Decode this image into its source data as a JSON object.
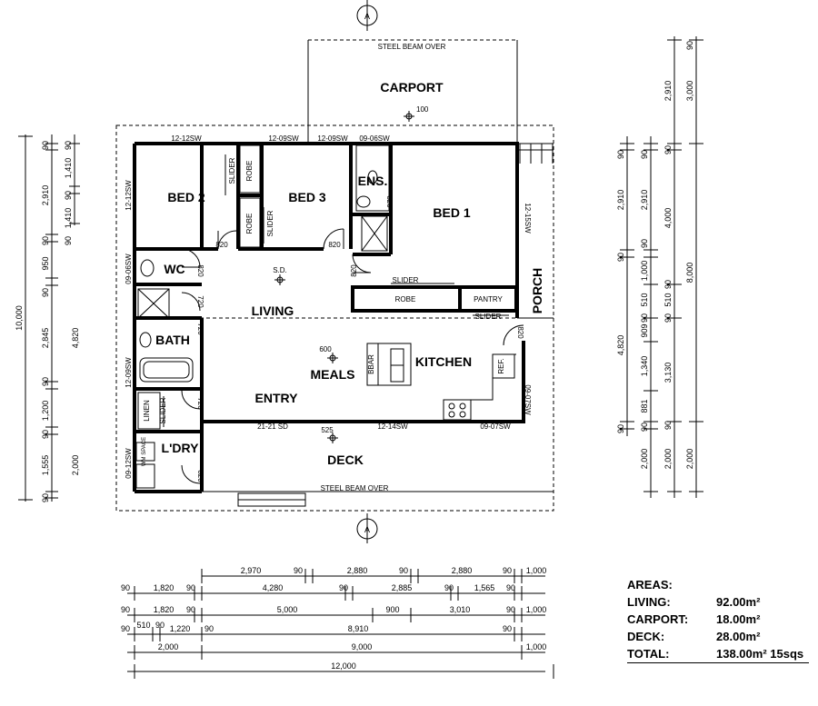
{
  "rooms": {
    "carport": "CARPORT",
    "bed2": "BED 2",
    "bed3": "BED 3",
    "ens": "ENS.",
    "bed1": "BED 1",
    "wc": "WC",
    "living": "LIVING",
    "porch": "PORCH",
    "bath": "BATH",
    "meals": "MEALS",
    "kitchen": "KITCHEN",
    "entry": "ENTRY",
    "ldry": "L'DRY",
    "deck": "DECK"
  },
  "labels": {
    "steel_beam_top": "STEEL BEAM OVER",
    "steel_beam_bottom": "STEEL BEAM OVER",
    "section_marker": "A",
    "level_carport": "100",
    "level_meals": "600",
    "level_deck": "525",
    "smoke_detector": "S.D.",
    "robe_bed2": "ROBE",
    "slider_bed2": "SLIDER",
    "robe_bed3": "ROBE",
    "slider_bed3": "SLIDER",
    "slider_bed1": "SLIDER",
    "robe_bed1": "ROBE",
    "pantry": "PANTRY",
    "slider_pantry": "SLIDER",
    "ref": "REF.",
    "bbar": "BBAR",
    "linen": "LINEN",
    "slider_linen": "SLIDER",
    "wm_space": "WM SPACE"
  },
  "windows": {
    "w_top_bed2": "12-12SW",
    "w_top_bed3": "12-09SW",
    "w_top_ens_a": "12-09SW",
    "w_top_ens_b": "09-06SW",
    "w_left_bed2": "12-12SW",
    "w_left_wc": "09-06SW",
    "w_left_bath": "12-09SW",
    "w_left_ldry": "09-12SW",
    "w_right_bed1": "12-15SW",
    "w_right_kitchen": "09-07SW",
    "w_bottom_sd": "21-21 SD",
    "w_bottom_kitchen": "12-14SW",
    "w_bottom_right": "09-07SW"
  },
  "doors": {
    "d_bed2": "820",
    "d_bed3": "820",
    "d_ens": "820",
    "d_bed1": "820",
    "d_wc": "820",
    "d_shower": "720",
    "d_bath": "720",
    "d_linen": "720",
    "d_ldry": "820",
    "d_porch": "820"
  },
  "dims_left_outer": {
    "a": "90",
    "b": "1,410",
    "c": "90",
    "d": "1,410",
    "e": "90"
  },
  "dims_left_inner": {
    "a": "90",
    "b": "2,910",
    "c": "90",
    "d": "950",
    "e": "90",
    "f": "2,845",
    "g": "90",
    "h": "1,200",
    "i": "90",
    "j": "1,555",
    "k": "90"
  },
  "dims_left_mid": {
    "a": "4,820",
    "b": "2,000"
  },
  "dims_left_total": "10,000",
  "dims_right_a": {
    "a": "90",
    "b": "2,910",
    "c": "90",
    "d": "4,820",
    "e": "90"
  },
  "dims_right_b": {
    "a": "90",
    "b": "2,910",
    "c": "90",
    "d": "1,000",
    "e": "510",
    "f": "90",
    "g": "909",
    "h": "1,340",
    "i": "881",
    "j": "90",
    "k": "2,000"
  },
  "dims_right_c": {
    "a": "2,910",
    "b": "90",
    "c": "4,000",
    "d": "90",
    "e": "510",
    "f": "90",
    "g": "3,130",
    "h": "90",
    "i": "2,000"
  },
  "dims_right_d": {
    "a": "90",
    "b": "3,000",
    "c": "8,000",
    "d": "2,000"
  },
  "dims_bottom_1": [
    "2,970",
    "90",
    "2,880",
    "90",
    "2,880",
    "90",
    "1,000"
  ],
  "dims_bottom_2": [
    "90",
    "1,820",
    "90",
    "4,280",
    "90",
    "2,885",
    "90",
    "1,565",
    "90"
  ],
  "dims_bottom_3": [
    "90",
    "1,820",
    "90",
    "5,000",
    "900",
    "3,010",
    "90",
    "1,000"
  ],
  "dims_bottom_4": [
    "90",
    "510",
    "90",
    "1,220",
    "90",
    "8,910",
    "90"
  ],
  "dims_bottom_5": [
    "2,000",
    "9,000",
    "1,000"
  ],
  "dims_bottom_6": "12,000",
  "areas": {
    "heading": "AREAS:",
    "rows": [
      {
        "label": "LIVING:",
        "value": "92.00m²"
      },
      {
        "label": "CARPORT:",
        "value": "18.00m²"
      },
      {
        "label": "DECK:",
        "value": "28.00m²"
      },
      {
        "label": "TOTAL:",
        "value": "138.00m² 15sqs"
      }
    ]
  }
}
